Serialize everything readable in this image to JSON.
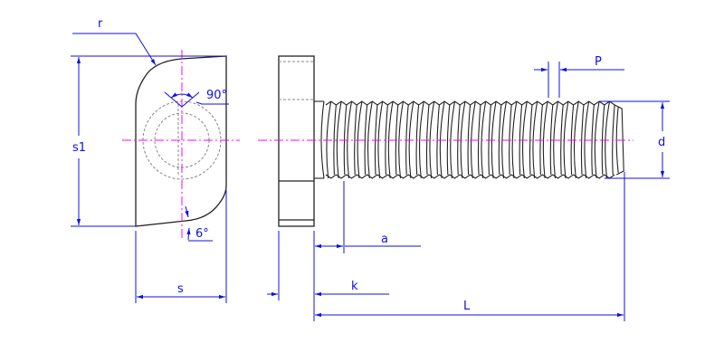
{
  "colors": {
    "outline": "#222222",
    "dimension": "#1010e0",
    "centerline": "#ff00ff",
    "hidden": "#888888"
  },
  "labels": {
    "r": "r",
    "angle_90": "90°",
    "angle_6": "6°",
    "s1": "s1",
    "s": "s",
    "k": "k",
    "a": "a",
    "L": "L",
    "P": "P",
    "d": "d"
  }
}
